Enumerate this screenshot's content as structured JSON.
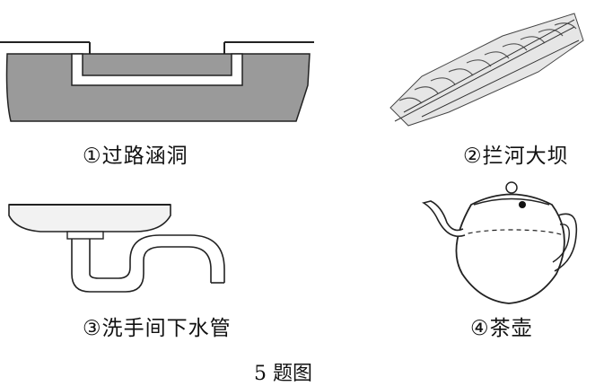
{
  "items": [
    {
      "label": "①过路涵洞",
      "icon": "culvert-illustration"
    },
    {
      "label": "②拦河大坝",
      "icon": "dam-illustration"
    },
    {
      "label": "③洗手间下水管",
      "icon": "drain-pipe-illustration"
    },
    {
      "label": "④茶壶",
      "icon": "teapot-illustration"
    }
  ],
  "figure_caption": "5 题图"
}
